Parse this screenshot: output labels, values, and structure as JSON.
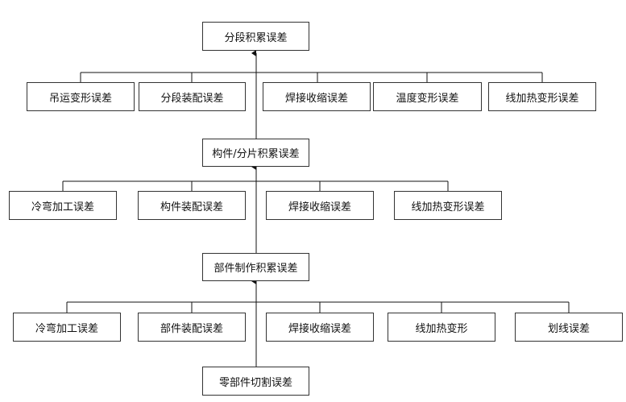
{
  "diagram": {
    "level1": {
      "top": "分段积累误差",
      "children": [
        "吊运变形误差",
        "分段装配误差",
        "焊接收缩误差",
        "温度变形误差",
        "线加热变形误差"
      ]
    },
    "level2": {
      "top": "构件/分片积累误差",
      "children": [
        "冷弯加工误差",
        "构件装配误差",
        "焊接收缩误差",
        "线加热变形误差"
      ]
    },
    "level3": {
      "top": "部件制作积累误差",
      "children": [
        "冷弯加工误差",
        "部件装配误差",
        "焊接收缩误差",
        "线加热变形",
        "划线误差"
      ]
    },
    "base": "零部件切割误差"
  }
}
